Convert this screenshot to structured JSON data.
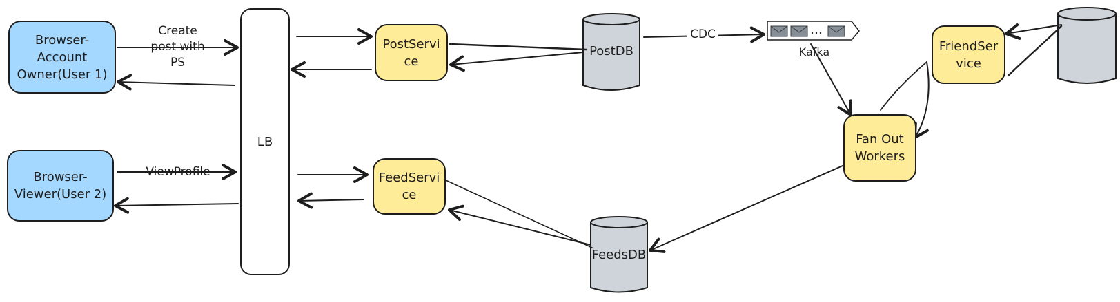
{
  "colors": {
    "browser": "#a5d8ff",
    "service": "#ffec99",
    "database": "#ced4da",
    "stroke": "#1e1e1e"
  },
  "nodes": {
    "owner_browser": "Browser-\nAccount\nOwner(User 1)",
    "viewer_browser": "Browser-\nViewer(User 2)",
    "lb": "LB",
    "post_service": "PostServi\nce",
    "feed_service": "FeedServi\nce",
    "friend_service": "FriendSer\nvice",
    "fanout_workers": "Fan Out\nWorkers",
    "post_db": "PostDB",
    "feeds_db": "FeedsDB",
    "kafka": "Kafka"
  },
  "edges": {
    "create_post": "Create\npost with\nPS",
    "view_profile": "ViewProfile",
    "cdc": "CDC"
  },
  "icons": {
    "kafka_queue": "message-queue-icon"
  }
}
